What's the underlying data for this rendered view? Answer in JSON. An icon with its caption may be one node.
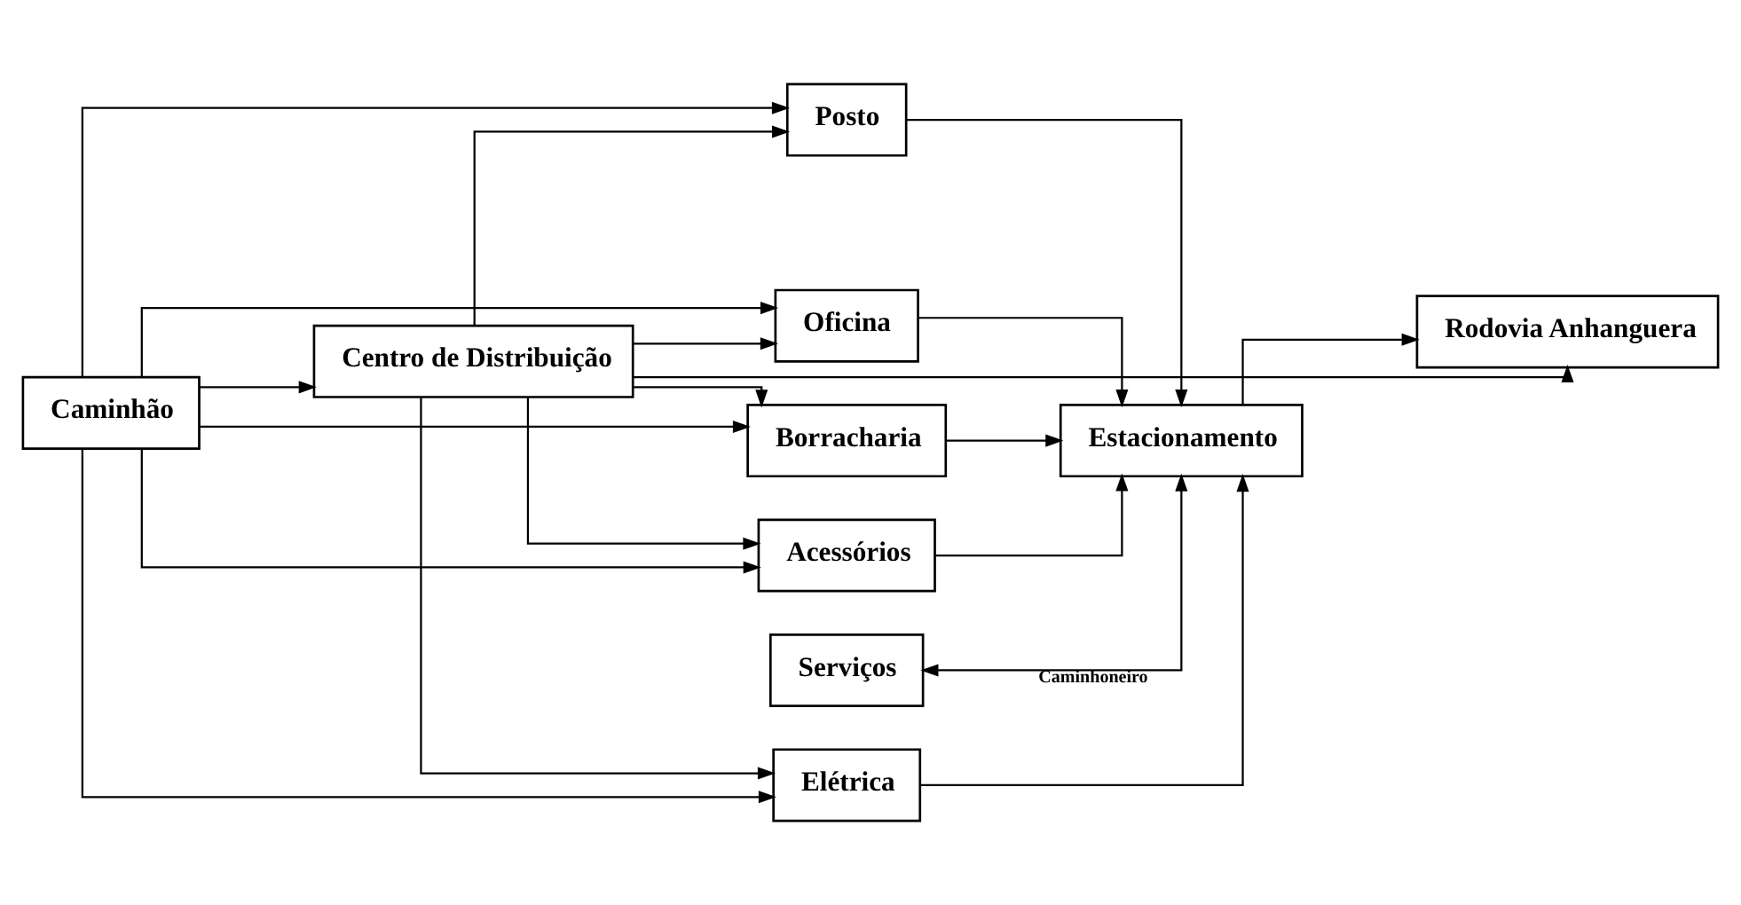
{
  "diagram": {
    "nodes": [
      {
        "text": [
          "Caminhão"
        ]
      },
      {
        "text": [
          "Posto"
        ]
      },
      {
        "text": [
          "Oficina"
        ]
      },
      {
        "text": [
          "Elétrica"
        ]
      },
      {
        "text": [
          "Borracharia"
        ]
      },
      {
        "text": [
          "Acessórios"
        ]
      },
      {
        "text": [
          "Centro de Distribuição"
        ]
      },
      {
        "text": [
          "Serviços"
        ]
      },
      {
        "text": [
          "Estacionamento"
        ]
      },
      {
        "text": [
          "Rodovia Anhanguera"
        ]
      }
    ],
    "edges": [
      {
        "from": 0,
        "to": 1,
        "arrow": "to"
      },
      {
        "from": 0,
        "to": 2,
        "arrow": "to"
      },
      {
        "from": 0,
        "to": 3,
        "arrow": "to"
      },
      {
        "from": 0,
        "to": 4,
        "arrow": "to"
      },
      {
        "from": 0,
        "to": 5,
        "arrow": "to"
      },
      {
        "from": 0,
        "to": 6,
        "arrow": "to"
      },
      {
        "from": 6,
        "to": 1,
        "arrow": "to"
      },
      {
        "from": 6,
        "to": 2,
        "arrow": "to"
      },
      {
        "from": 6,
        "to": 3,
        "arrow": "to"
      },
      {
        "from": 6,
        "to": 4,
        "arrow": "to"
      },
      {
        "from": 6,
        "to": 5,
        "arrow": "to"
      },
      {
        "from": 1,
        "to": 8,
        "arrow": "to"
      },
      {
        "from": 2,
        "to": 8,
        "arrow": "to"
      },
      {
        "from": 3,
        "to": 8,
        "arrow": "to"
      },
      {
        "from": 4,
        "to": 8,
        "arrow": "to"
      },
      {
        "from": 5,
        "to": 8,
        "arrow": "to"
      },
      {
        "from": 7,
        "to": 8,
        "arrow": "both",
        "label": "Caminhoneiro"
      },
      {
        "from": 8,
        "to": 9,
        "arrow": "to"
      },
      {
        "from": 6,
        "to": 9,
        "arrow": "to"
      }
    ]
  }
}
